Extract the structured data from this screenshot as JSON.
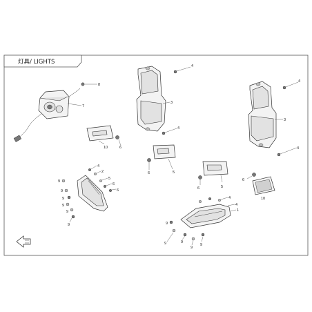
{
  "title": "灯具/ LIGHTS",
  "callouts": {
    "headlight_screw": "8",
    "headlight": "7",
    "rear_reflector_left": "10",
    "rear_reflector_left_nut": "6",
    "taillight_left_screw": "4",
    "taillight_left": "3",
    "taillight_left_screw_low": "4",
    "side_reflector_mid": "5",
    "side_reflector_mid_nut": "6",
    "taillight_right_screw": "4",
    "taillight_right": "3",
    "taillight_right_screw_low": "4",
    "side_reflector_right": "5",
    "side_reflector_right_nut": "6",
    "rear_reflector_right_nut": "6",
    "rear_reflector_right": "10",
    "left_lamp_4": "4",
    "left_lamp_2": "2",
    "left_lamp_5": "5",
    "left_lamp_6": "6",
    "left_lamp_6b": "6",
    "left_lamp_9a": "9",
    "left_lamp_9b": "9",
    "left_lamp_9c": "9",
    "left_lamp_9d": "9",
    "left_lamp_9e": "9",
    "left_lamp_9f": "9",
    "right_lamp_4a": "4",
    "right_lamp_4b": "4",
    "right_lamp_1": "1",
    "right_lamp_9a": "9",
    "right_lamp_9b": "9",
    "right_lamp_9c": "9",
    "right_lamp_9d": "9",
    "right_lamp_9e": "9"
  }
}
